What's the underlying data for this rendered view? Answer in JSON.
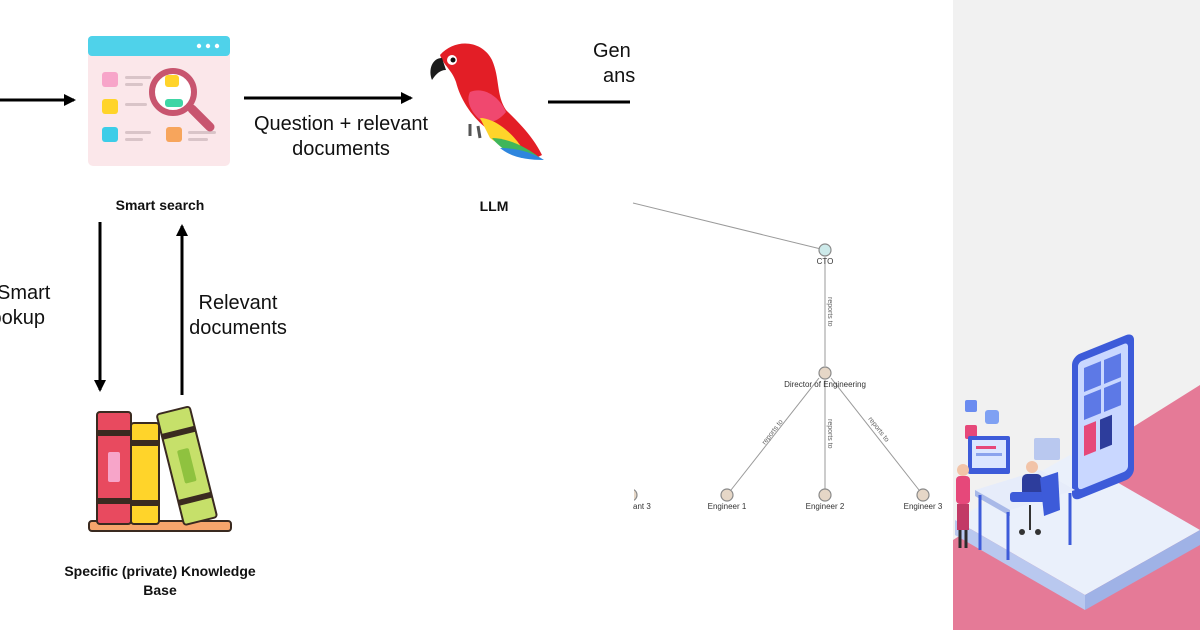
{
  "rag_diagram": {
    "edges": {
      "smart_lookup_line1": "Smart",
      "smart_lookup_line2": "lookup",
      "question_line1": "Question + relevant",
      "question_line2": "documents",
      "relevant_line1": "Relevant",
      "relevant_line2": "documents",
      "generated_line1": "Gen",
      "generated_line2": "ans"
    },
    "nodes": {
      "smart_search": "Smart search",
      "llm": "LLM",
      "knowledge_base_line1": "Specific (private) Knowledge",
      "knowledge_base_line2": "Base"
    }
  },
  "org_chart": {
    "nodes": {
      "cto": "CTO",
      "director": "Director of Engineering",
      "partial_left": "ant 3",
      "engineer1": "Engineer 1",
      "engineer2": "Engineer 2",
      "engineer3": "Engineer 3"
    },
    "edge_label": "reports to"
  },
  "colors": {
    "panel_gray": "#f1f1f1",
    "accent_pink": "#e57a97",
    "parrot_red": "#e31e26",
    "node_teal": "#cdeaea",
    "node_tan": "#e6d7c7"
  },
  "icons": [
    "smart-search-icon",
    "parrot-icon",
    "books-icon",
    "developer-workspace-illustration"
  ]
}
